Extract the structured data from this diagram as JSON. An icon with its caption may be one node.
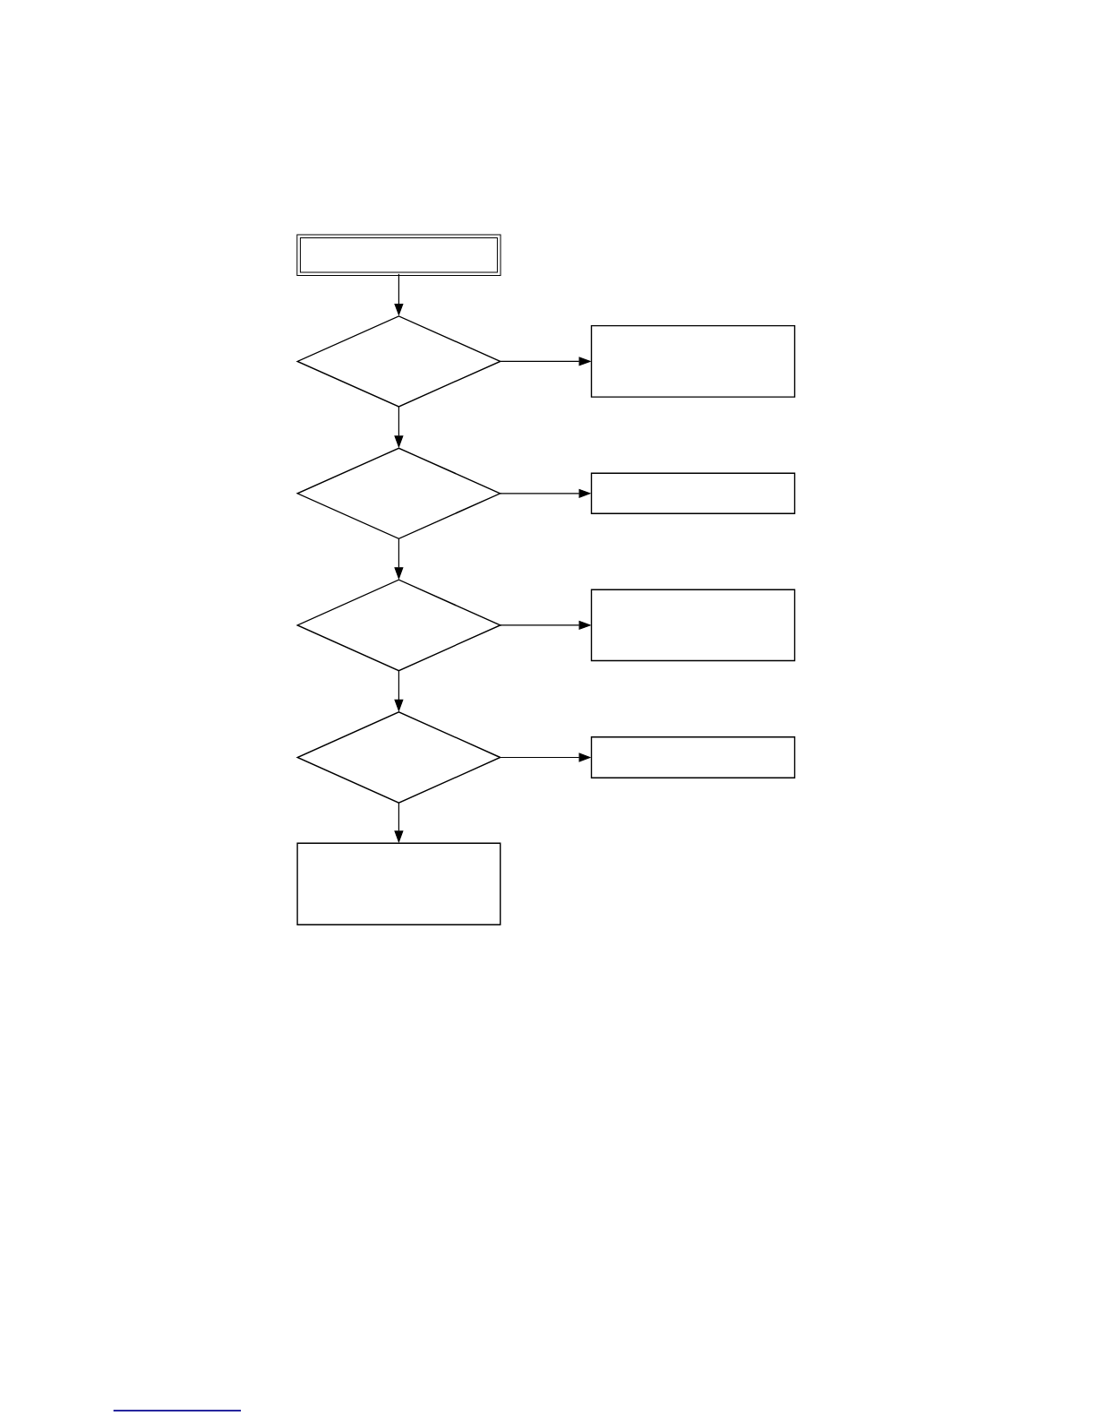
{
  "diagram": {
    "nodes": [
      {
        "text": [],
        "shape": "box"
      },
      {
        "text": [],
        "shape": "diamond"
      },
      {
        "text": [],
        "shape": "box"
      },
      {
        "text": [],
        "shape": "diamond"
      },
      {
        "text": [],
        "shape": "box"
      },
      {
        "text": [],
        "shape": "diamond"
      },
      {
        "text": [],
        "shape": "box"
      },
      {
        "text": [],
        "shape": "diamond"
      },
      {
        "text": [],
        "shape": "box"
      },
      {
        "text": [],
        "shape": "box"
      }
    ],
    "edges": [
      {
        "from": 0,
        "to": 1,
        "arrow": "to"
      },
      {
        "from": 1,
        "to": 2,
        "arrow": "to"
      },
      {
        "from": 1,
        "to": 3,
        "arrow": "to"
      },
      {
        "from": 3,
        "to": 4,
        "arrow": "to"
      },
      {
        "from": 3,
        "to": 5,
        "arrow": "to"
      },
      {
        "from": 5,
        "to": 6,
        "arrow": "to"
      },
      {
        "from": 5,
        "to": 7,
        "arrow": "to"
      },
      {
        "from": 7,
        "to": 8,
        "arrow": "to"
      },
      {
        "from": 7,
        "to": 9,
        "arrow": "to"
      }
    ]
  }
}
